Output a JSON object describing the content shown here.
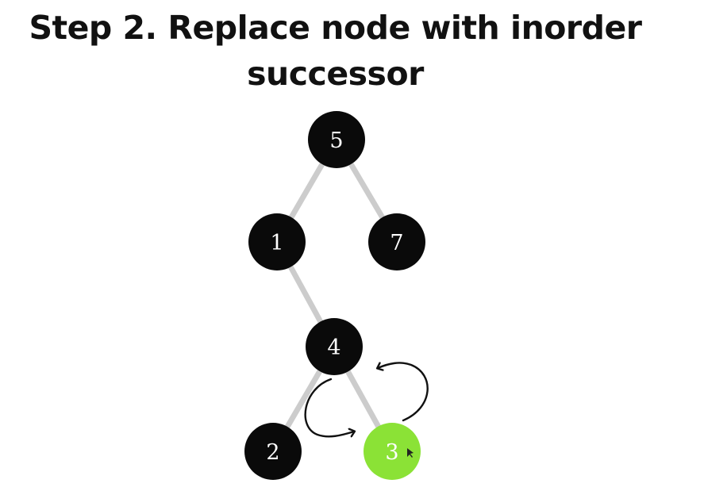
{
  "title": {
    "line1": "Step 2. Replace node with inorder",
    "line2": "successor"
  },
  "colors": {
    "node": "#0a0a0a",
    "highlight": "#8be236",
    "edge": "#cccccc",
    "arrow": "#111111",
    "label": "#ffffff"
  },
  "tree": {
    "nodes": [
      {
        "id": "n5",
        "label": "5"
      },
      {
        "id": "n1",
        "label": "1"
      },
      {
        "id": "n7",
        "label": "7"
      },
      {
        "id": "n4",
        "label": "4"
      },
      {
        "id": "n2",
        "label": "2"
      },
      {
        "id": "n3",
        "label": "3",
        "highlighted": true
      }
    ],
    "edges": [
      {
        "from": "n5",
        "to": "n1"
      },
      {
        "from": "n5",
        "to": "n7"
      },
      {
        "from": "n1",
        "to": "n4"
      },
      {
        "from": "n4",
        "to": "n2"
      },
      {
        "from": "n4",
        "to": "n3"
      }
    ],
    "swap": {
      "between": [
        "n4",
        "n3"
      ],
      "icon": "swap-arrows-icon"
    }
  }
}
